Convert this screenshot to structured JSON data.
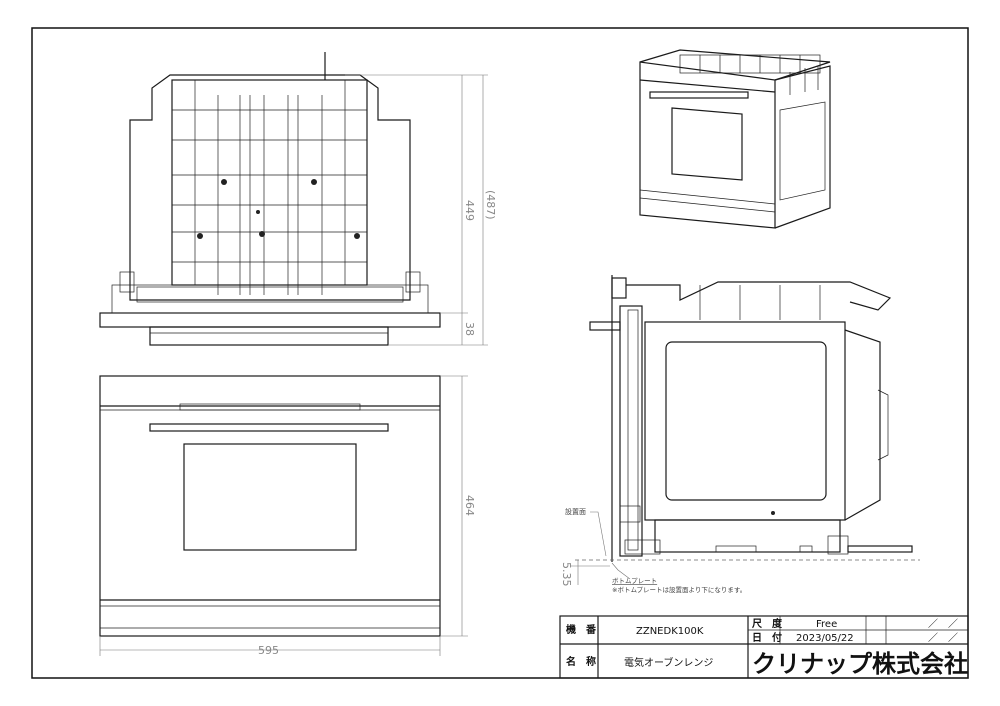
{
  "views": {
    "top_view": {
      "dim_height": "449",
      "dim_height_ref": "(487)",
      "dim_base": "38"
    },
    "front_view": {
      "dim_height": "464",
      "dim_width": "595"
    },
    "side_view": {
      "install_surface_label": "設置面",
      "dim_offset": "5.35",
      "note_title": "ボトムプレート",
      "note_text": "※ボトムプレートは設置面より下になります。"
    }
  },
  "title_block": {
    "label_model": "機　番",
    "model_number": "ZZNEDK100K",
    "label_scale": "尺　度",
    "scale_value": "Free",
    "label_date": "日　付",
    "date_value": "2023/05/22",
    "label_name": "名　称",
    "product_name": "電気オーブンレンジ",
    "company_name": "クリナップ株式会社",
    "revision_marks": [
      "／　／",
      "／　／"
    ]
  }
}
